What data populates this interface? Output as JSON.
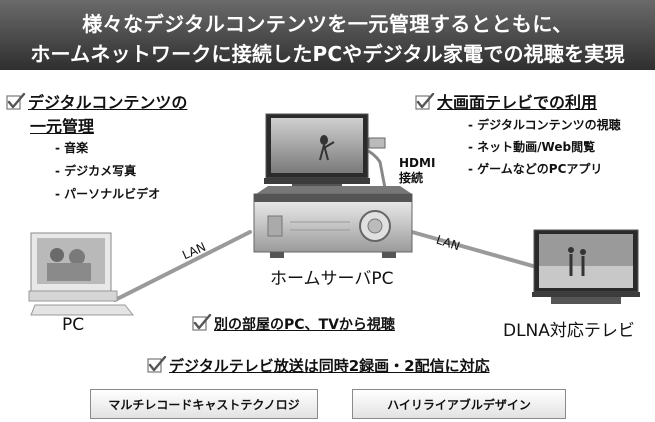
{
  "banner": {
    "line1": "様々なデジタルコンテンツを一元管理するとともに、",
    "line2": "ホームネットワークに接続したPCやデジタル家電での視聴を実現"
  },
  "left_section": {
    "heading_line1": "デジタルコンテンツの",
    "heading_line2": "一元管理",
    "items": [
      "- 音楽",
      "- デジカメ写真",
      "- パーソナルビデオ"
    ]
  },
  "right_section": {
    "heading": "大画面テレビでの利用",
    "items": [
      "- デジタルコンテンツの視聴",
      "- ネット動画/Web閲覧",
      "- ゲームなどのPCアプリ"
    ]
  },
  "connections": {
    "lan_left": "LAN",
    "lan_right": "LAN",
    "hdmi_line1": "HDMI",
    "hdmi_line2": "接続"
  },
  "devices": {
    "server": "ホームサーバPC",
    "pc": "PC",
    "dlna_tv": "DLNA対応テレビ"
  },
  "notes": {
    "other_room": "別の部屋のPC、TVから視聴",
    "digital_tv": "デジタルテレビ放送は同時2録画・2配信に対応"
  },
  "features": [
    "マルチレコードキャストテクノロジ",
    "ハイリライアブルデザイン"
  ]
}
